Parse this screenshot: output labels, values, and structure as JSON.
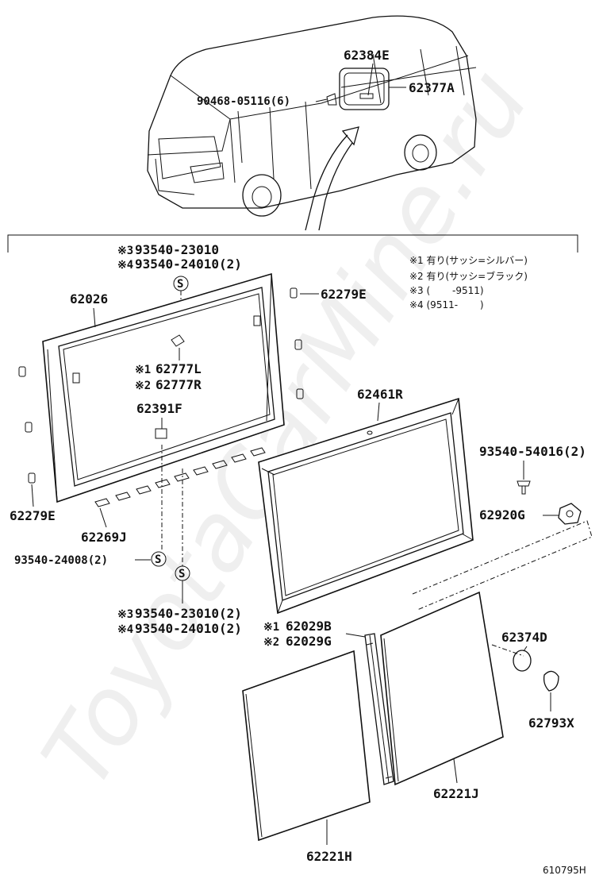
{
  "parts": {
    "p62384E": "62384E",
    "p62377A": "62377A",
    "p90468": "90468-05116(6)",
    "p62026": "62026",
    "p62279E_a": "62279E",
    "p62279E_b": "62279E",
    "p62777L": "62777L",
    "p62777R": "62777R",
    "p62391F": "62391F",
    "p62461R": "62461R",
    "p93540_54016": "93540-54016(2)",
    "p62920G": "62920G",
    "p62269J": "62269J",
    "p93540_24008": "93540-24008(2)",
    "p93540_23010_top": "93540-23010",
    "p93540_24010_top": "93540-24010(2)",
    "p93540_23010_bot": "93540-23010(2)",
    "p93540_24010_bot": "93540-24010(2)",
    "p62029B": "62029B",
    "p62029G": "62029G",
    "p62374D": "62374D",
    "p62793X": "62793X",
    "p62221J": "62221J",
    "p62221H": "62221H"
  },
  "marks": {
    "m1": "※1",
    "m2": "※2",
    "m3": "※3",
    "m4": "※4",
    "screw": "S"
  },
  "legend": {
    "n1": "※1 有り(サッシ=シルバー)",
    "n2": "※2 有り(サッシ=ブラック)",
    "n3": "※3 (　　 -9511)",
    "n4": "※4 (9511-　　 )"
  },
  "diagram_code": "610795H",
  "watermark": "ToyotaCarMine.ru"
}
